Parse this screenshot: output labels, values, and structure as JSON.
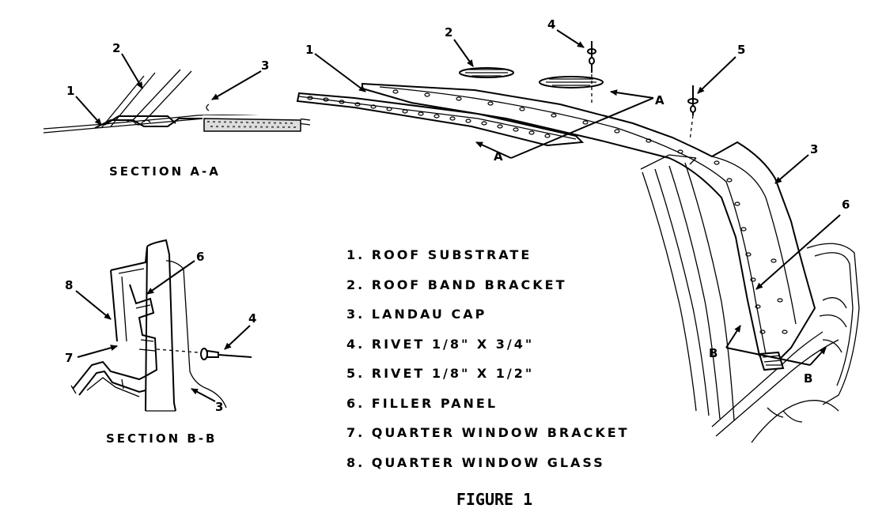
{
  "legend": [
    "1. ROOF SUBSTRATE",
    "2. ROOF BAND BRACKET",
    "3. LANDAU CAP",
    "4. RIVET 1/8\" X 3/4\"",
    "5. RIVET 1/8\" X 1/2\"",
    "6. FILLER PANEL",
    "7. QUARTER WINDOW BRACKET",
    "8. QUARTER WINDOW GLASS"
  ],
  "section_aa_title": "SECTION A-A",
  "section_bb_title": "SECTION B-B",
  "figure_caption": "FIGURE 1",
  "callouts": {
    "one": "1",
    "two": "2",
    "three": "3",
    "four": "4",
    "five": "5",
    "six": "6",
    "seven": "7",
    "eight": "8",
    "a": "A",
    "b": "B"
  }
}
